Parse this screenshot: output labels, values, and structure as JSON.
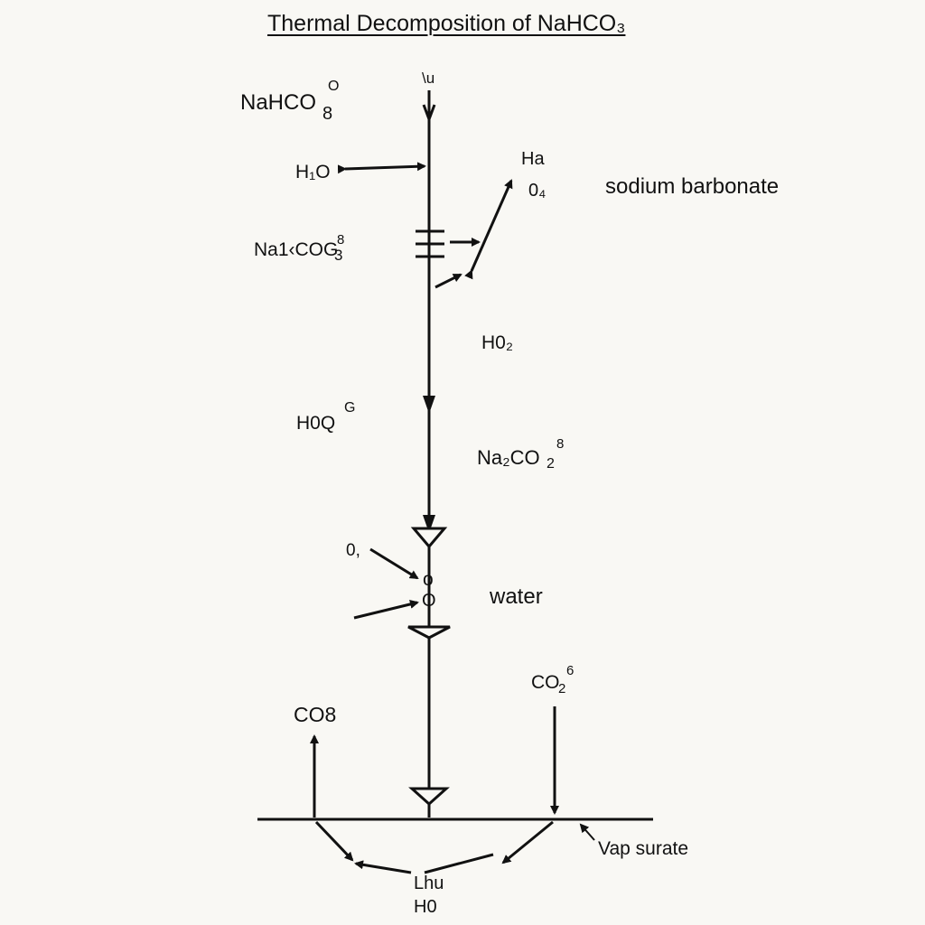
{
  "title": "Thermal Decomposition of NaHCO₃",
  "labels": {
    "top_marker": "\\u",
    "nahco3": "NaHCO",
    "nahco3_sub": "8",
    "nahco3_sup": "O",
    "h2o_left": "H₁O",
    "ha": "Ha",
    "o4": "0₄",
    "sodium_barbonate": "sodium barbonate",
    "na2cog3": "Na1‹COG",
    "na2cog3_sub": "3",
    "na2cog3_sup": "8",
    "h02_mid": "H0₂",
    "h0q": "H0Q",
    "h0q_sup": "G",
    "na2co2": "Na₂CO",
    "na2co2_sub": "2",
    "na2co2_sup": "8",
    "o_left": "0,",
    "o_node_upper": "o",
    "o_node_lower": "O",
    "water": "water",
    "co2_right": "CO",
    "co2_right_sub": "2",
    "co2_right_sup": "6",
    "co8_left": "CO8",
    "vap_surate": "Vap surate",
    "lhu": "Lhu",
    "h0_bottom": "H0"
  }
}
